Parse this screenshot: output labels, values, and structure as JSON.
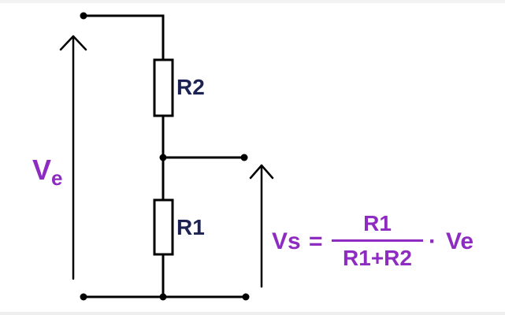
{
  "colors": {
    "wire": "#000000",
    "resistor_label": "#1c2353",
    "formula": "#8e2cc2",
    "background": "#ffffff"
  },
  "components": {
    "r2": "R2",
    "r1": "R1"
  },
  "input_voltage": {
    "main": "V",
    "subscript": "e"
  },
  "formula": {
    "lhs": "Vs",
    "equals": "=",
    "numerator": "R1",
    "denominator": "R1+R2",
    "multiply": "·",
    "rhs": "Ve"
  }
}
